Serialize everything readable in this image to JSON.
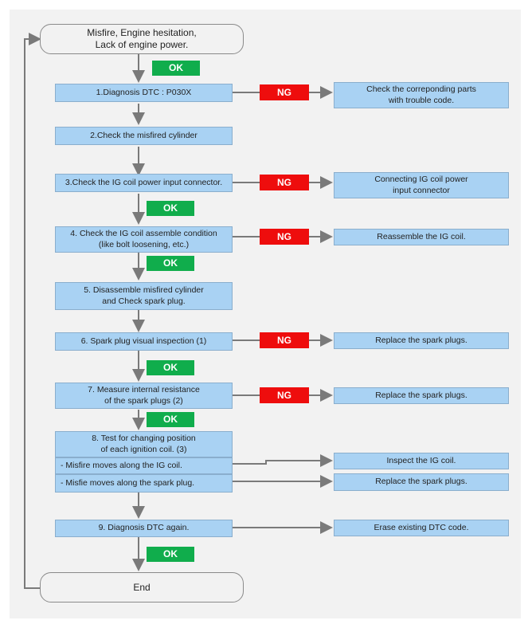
{
  "start": "Misfire, Engine hesitation,\nLack of engine power.",
  "end": "End",
  "ok_label": "OK",
  "ng_label": "NG",
  "steps": {
    "s1": "1.Diagnosis DTC : P030X",
    "s2": "2.Check the misfired cylinder",
    "s3": "3.Check the IG coil power input connector.",
    "s4": "4. Check the IG coil assemble condition\n(like bolt loosening, etc.)",
    "s5": "5. Disassemble misfired cylinder\nand Check spark plug.",
    "s6": "6. Spark plug visual inspection (1)",
    "s7": "7. Measure internal resistance\nof the spark plugs (2)",
    "s8": "8. Test for changing position\nof each ignition coil. (3)",
    "s8a": "- Misfire moves along the IG coil.",
    "s8b": "- Misfie moves along the spark plug.",
    "s9": "9. Diagnosis DTC again."
  },
  "actions": {
    "a1": "Check the correponding parts\nwith trouble code.",
    "a3": "Connecting IG coil power\ninput connector",
    "a4": "Reassemble the IG coil.",
    "a6": "Replace the spark plugs.",
    "a7": "Replace the spark plugs.",
    "a8a": "Inspect the IG coil.",
    "a8b": "Replace the spark plugs.",
    "a9": "Erase existing DTC code."
  },
  "colors": {
    "step_fill": "#a9d2f3",
    "ng_fill": "#ee0d0d",
    "ok_fill": "#10ad4c",
    "connector": "#7a7a7a",
    "background": "#f2f2f2"
  }
}
